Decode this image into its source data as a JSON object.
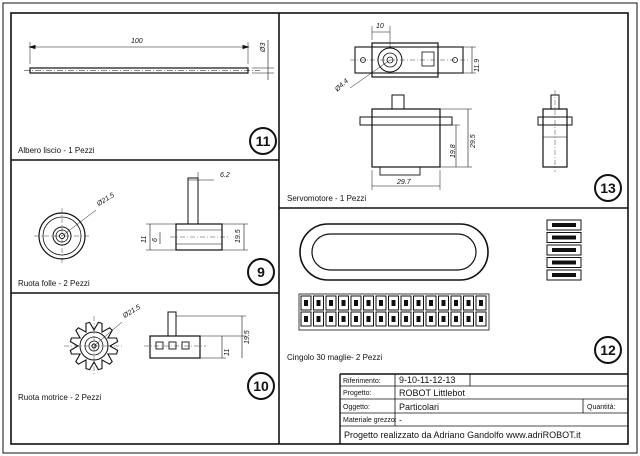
{
  "panels": [
    {
      "id": "11",
      "caption": "Albero liscio - 1 Pezzi",
      "dims": [
        "100",
        "Ø3"
      ]
    },
    {
      "id": "9",
      "caption": "Ruota folle - 2 Pezzi",
      "dims": [
        "Ø21.5",
        "6.2",
        "19.5",
        "11",
        "6"
      ]
    },
    {
      "id": "10",
      "caption": "Ruota motrice - 2 Pezzi",
      "dims": [
        "Ø21.5",
        "19.5",
        "11"
      ]
    },
    {
      "id": "13",
      "caption": "Servomotore - 1 Pezzi",
      "dims": [
        "10",
        "Ø4.4",
        "11.9",
        "29.5",
        "19.8",
        "29.7"
      ]
    },
    {
      "id": "12",
      "caption": "Cingolo 30 maglie- 2 Pezzi",
      "dims": []
    }
  ],
  "title_block": {
    "riferimento_label": "Riferimento:",
    "riferimento_value": "9-10-11-12-13",
    "progetto_label": "Progetto:",
    "progetto_value": "ROBOT Littlebot",
    "oggetto_label": "Oggetto:",
    "oggetto_value": "Particolari",
    "quantita_label": "Quantità:",
    "materiale_label": "Materiale grezzo:",
    "materiale_value": "-",
    "footer": "Progetto realizzato da Adriano Gandolfo    www.adriROBOT.it"
  }
}
